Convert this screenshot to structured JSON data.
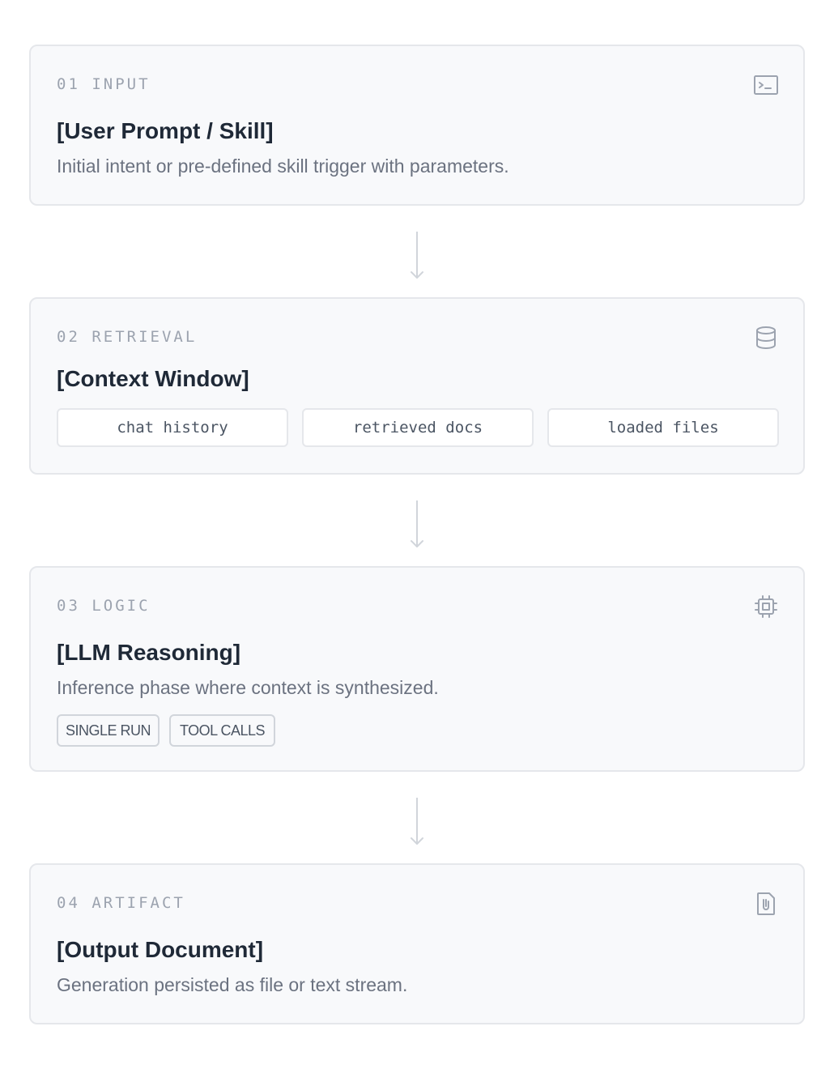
{
  "stages": [
    {
      "label": "01 INPUT",
      "icon": "terminal-icon",
      "title": "[User Prompt / Skill]",
      "description": "Initial intent or pre-defined skill trigger with parameters."
    },
    {
      "label": "02 RETRIEVAL",
      "icon": "database-icon",
      "title": "[Context Window]",
      "sources": [
        "chat history",
        "retrieved docs",
        "loaded files"
      ]
    },
    {
      "label": "03 LOGIC",
      "icon": "cpu-icon",
      "title": "[LLM Reasoning]",
      "description": "Inference phase where context is synthesized.",
      "tags": [
        "SINGLE RUN",
        "TOOL CALLS"
      ]
    },
    {
      "label": "04 ARTIFACT",
      "icon": "document-icon",
      "title": "[Output Document]",
      "description": "Generation persisted as file or text stream."
    }
  ],
  "colors": {
    "card_bg": "#f8f9fb",
    "card_border": "#e5e7eb",
    "title": "#1f2937",
    "muted": "#9ca3af",
    "description": "#6b7280",
    "connector": "#d1d5db"
  }
}
